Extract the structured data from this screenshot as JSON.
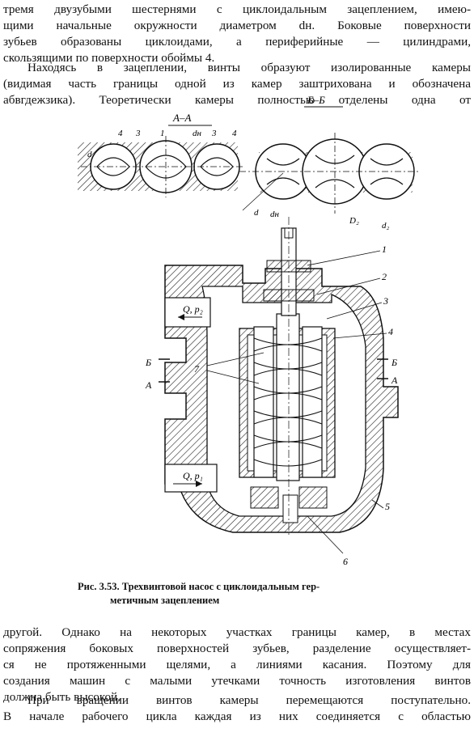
{
  "paragraph1": {
    "lines": [
      "тремя двузубыми шестернями с циклоидальным зацеплением, имею-",
      "щими начальные окружности диаметром dн. Боковые поверхности",
      "зубьев образованы циклоидами, а периферийные — цилиндрами,",
      "скользящими по поверхности обоймы 4."
    ]
  },
  "paragraph2": {
    "lines": [
      "Находясь в зацеплении, винты образуют изолированные камеры",
      "(видимая часть границы одной из камер заштрихована и обозначена",
      "абвгдежзика). Теоретически камеры полностью отделены одна от"
    ]
  },
  "figure": {
    "section_aa": "А–А",
    "section_bb": "Б–Б",
    "aa_labels": [
      "4",
      "3",
      "1",
      "dн",
      "3",
      "4",
      "d"
    ],
    "bb_labels": [
      "d",
      "dн",
      "D₂",
      "d₂"
    ],
    "pump_labels": [
      "1",
      "2",
      "3",
      "4",
      "5",
      "6",
      "7"
    ],
    "flow_out": "Q, p₂",
    "flow_in": "Q, p₁",
    "section_marks": [
      "Б",
      "А",
      "Б",
      "А"
    ]
  },
  "caption": {
    "line1": "Рис. 3.53. Трехвинтовой насос с циклоидальным гер-",
    "line2": "метичным зацеплением"
  },
  "paragraph3": {
    "lines": [
      "другой. Однако на некоторых участках границы камер, в местах",
      "сопряжения боковых поверхностей зубьев, разделение осуществляет-",
      "ся не протяженными щелями, а линиями касания. Поэтому для",
      "создания машин с малыми утечками точность изготовления винтов",
      "должна быть высокой."
    ]
  },
  "paragraph4": {
    "lines": [
      "При вращении винтов камеры перемещаются поступательно.",
      "В начале рабочего цикла каждая из них соединяется с областью"
    ]
  }
}
